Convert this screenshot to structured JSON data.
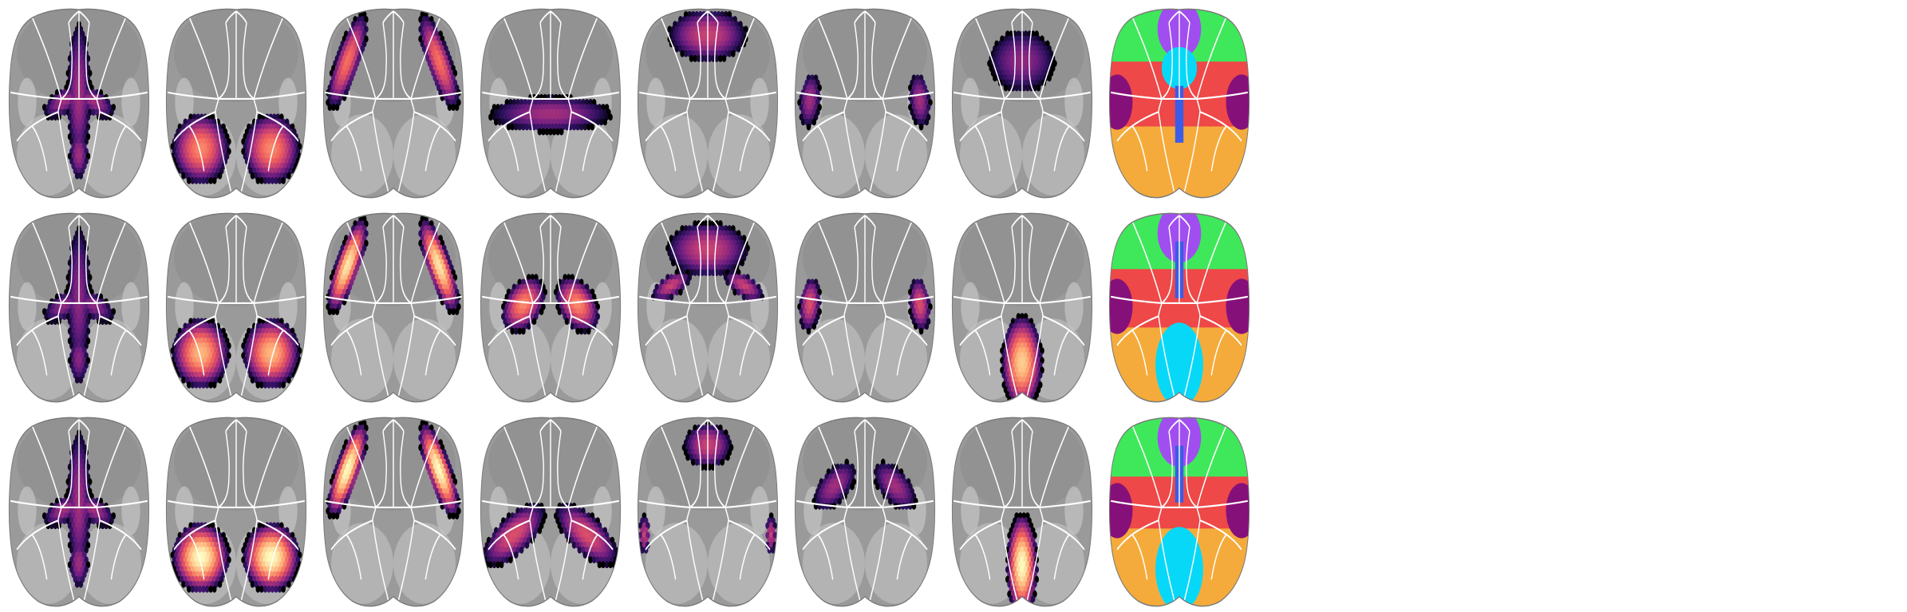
{
  "figure": {
    "rows": 3,
    "cols": 8,
    "description_free": true
  },
  "panel_kind_by_col": [
    "heat",
    "heat",
    "heat",
    "heat",
    "heat",
    "heat",
    "heat",
    "parcellation"
  ],
  "heat_panels": [
    [
      {
        "blobs": [
          {
            "shape": "ridge",
            "peak": 0.45
          }
        ]
      },
      {
        "blobs": [
          {
            "shape": "posterior-pair",
            "peak": 0.75
          }
        ]
      },
      {
        "blobs": [
          {
            "shape": "anterolateral-pair",
            "peak": 0.7
          }
        ]
      },
      {
        "blobs": [
          {
            "shape": "central-band",
            "peak": 0.45
          }
        ]
      },
      {
        "blobs": [
          {
            "shape": "frontal",
            "peak": 0.55
          }
        ]
      },
      {
        "blobs": [
          {
            "shape": "lateral-pair",
            "peak": 0.45
          }
        ]
      },
      {
        "blobs": [
          {
            "shape": "anterior-triangle",
            "peak": 0.4
          }
        ]
      }
    ],
    [
      {
        "blobs": [
          {
            "shape": "ridge",
            "peak": 0.4
          }
        ]
      },
      {
        "blobs": [
          {
            "shape": "posterior-pair",
            "peak": 0.85
          }
        ]
      },
      {
        "blobs": [
          {
            "shape": "anterolateral-pair",
            "peak": 0.95
          }
        ]
      },
      {
        "blobs": [
          {
            "shape": "mid-pair",
            "peak": 0.75
          }
        ]
      },
      {
        "blobs": [
          {
            "shape": "frontal-arc",
            "peak": 0.55
          }
        ]
      },
      {
        "blobs": [
          {
            "shape": "lateral-pair",
            "peak": 0.6
          }
        ]
      },
      {
        "blobs": [
          {
            "shape": "posterior-medial",
            "peak": 0.9
          }
        ]
      }
    ],
    [
      {
        "blobs": [
          {
            "shape": "ridge",
            "peak": 0.45
          }
        ]
      },
      {
        "blobs": [
          {
            "shape": "posterior-pair",
            "peak": 1.0
          }
        ]
      },
      {
        "blobs": [
          {
            "shape": "anterolateral-pair",
            "peak": 1.0
          }
        ]
      },
      {
        "blobs": [
          {
            "shape": "oblique-pair",
            "peak": 0.6
          }
        ]
      },
      {
        "blobs": [
          {
            "shape": "frontal-small",
            "peak": 0.55
          }
        ]
      },
      {
        "blobs": [
          {
            "shape": "oblique-upper-pair",
            "peak": 0.45
          }
        ]
      },
      {
        "blobs": [
          {
            "shape": "posterior-medial-narrow",
            "peak": 1.0
          }
        ]
      }
    ]
  ],
  "parcellation_colors": {
    "green": "#3fe85a",
    "purple": "#a04ef0",
    "cyan": "#08d8f8",
    "blue": "#3b5ce6",
    "red": "#ee4848",
    "magenta": "#86107a",
    "orange": "#f5ab3b"
  },
  "colormap": [
    "#000004",
    "#2c115f",
    "#721f81",
    "#b73779",
    "#f1605d",
    "#feb078",
    "#fcfdbf"
  ]
}
